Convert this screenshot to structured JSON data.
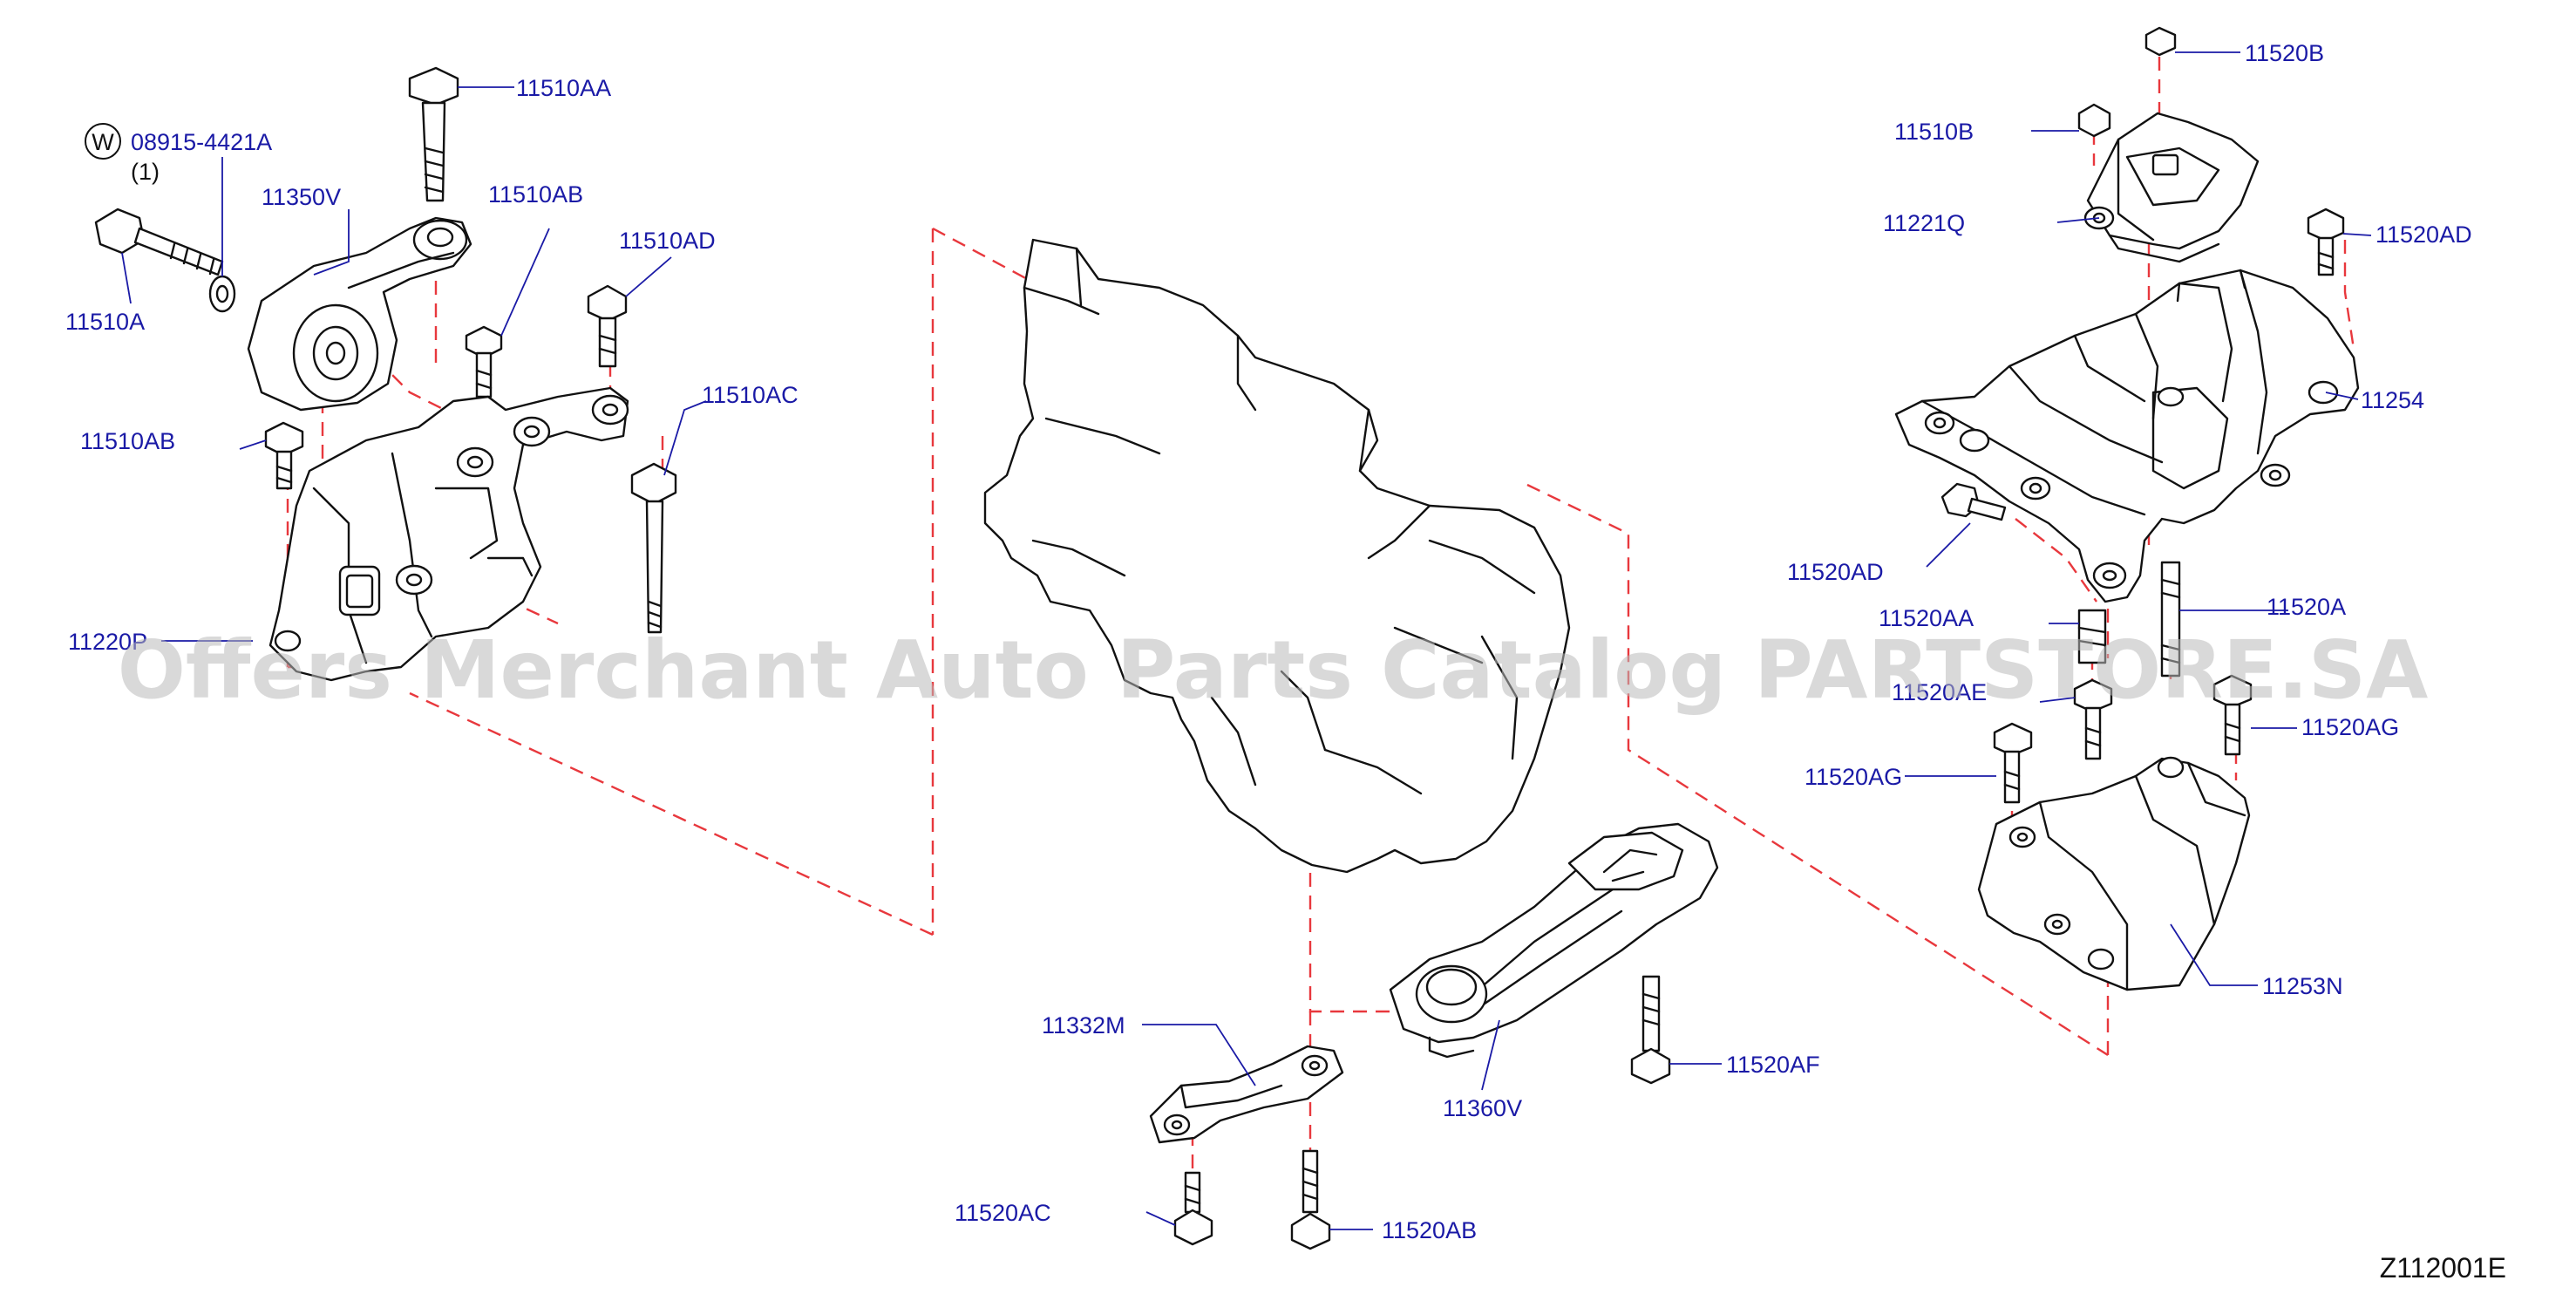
{
  "diagram": {
    "code": "Z112001E",
    "watermark": "Offers Merchant Auto Parts Catalog PARTSTORE.SA",
    "washer_symbol": "W",
    "labels": {
      "p08915": "08915-4421A",
      "p08915_qty": "(1)",
      "p11510A": "11510A",
      "p11350V": "11350V",
      "p11510AA": "11510AA",
      "p11510AB_top": "11510AB",
      "p11510AD": "11510AD",
      "p11510AB_left": "11510AB",
      "p11510AC": "11510AC",
      "p11220P": "11220P",
      "p11520B": "11520B",
      "p11510B": "11510B",
      "p11221Q": "11221Q",
      "p11520AD_right": "11520AD",
      "p11254": "11254",
      "p11520AD_left": "11520AD",
      "p11520AA": "11520AA",
      "p11520A": "11520A",
      "p11520AE": "11520AE",
      "p11520AG_right": "11520AG",
      "p11520AG_left": "11520AG",
      "p11253N": "11253N",
      "p11332M": "11332M",
      "p11360V": "11360V",
      "p11520AF": "11520AF",
      "p11520AC": "11520AC",
      "p11520AB_bottom": "11520AB"
    }
  },
  "colors": {
    "label": "#1a1aa6",
    "dashed_lines": "#e8383d",
    "outline": "#111111",
    "watermark": "#b9b9b9"
  }
}
